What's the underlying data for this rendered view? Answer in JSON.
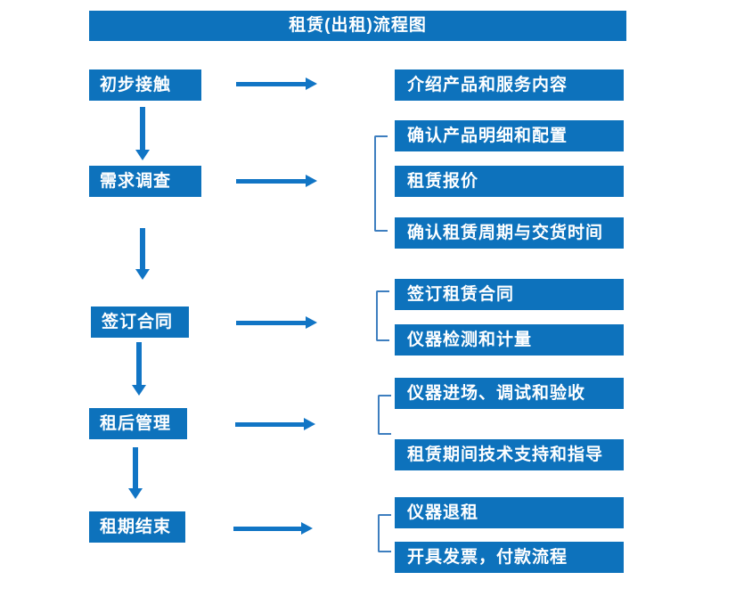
{
  "title": "租赁(出租)流程图",
  "colors": {
    "primary": "#0d72bc",
    "arrow": "#1175c5",
    "bracket": "#3d7ebf",
    "boxtext": "#ffffff"
  },
  "stages": [
    {
      "label": "初步接触",
      "details": [
        "介绍产品和服务内容"
      ]
    },
    {
      "label": "需求调查",
      "details": [
        "确认产品明细和配置",
        "租赁报价",
        "确认租赁周期与交货时间"
      ]
    },
    {
      "label": "签订合同",
      "details": [
        "签订租赁合同",
        "仪器检测和计量"
      ]
    },
    {
      "label": "租后管理",
      "details": [
        "仪器进场、调试和验收",
        "租赁期间技术支持和指导"
      ]
    },
    {
      "label": "租期结束",
      "details": [
        "仪器退租",
        "开具发票，付款流程"
      ]
    }
  ]
}
